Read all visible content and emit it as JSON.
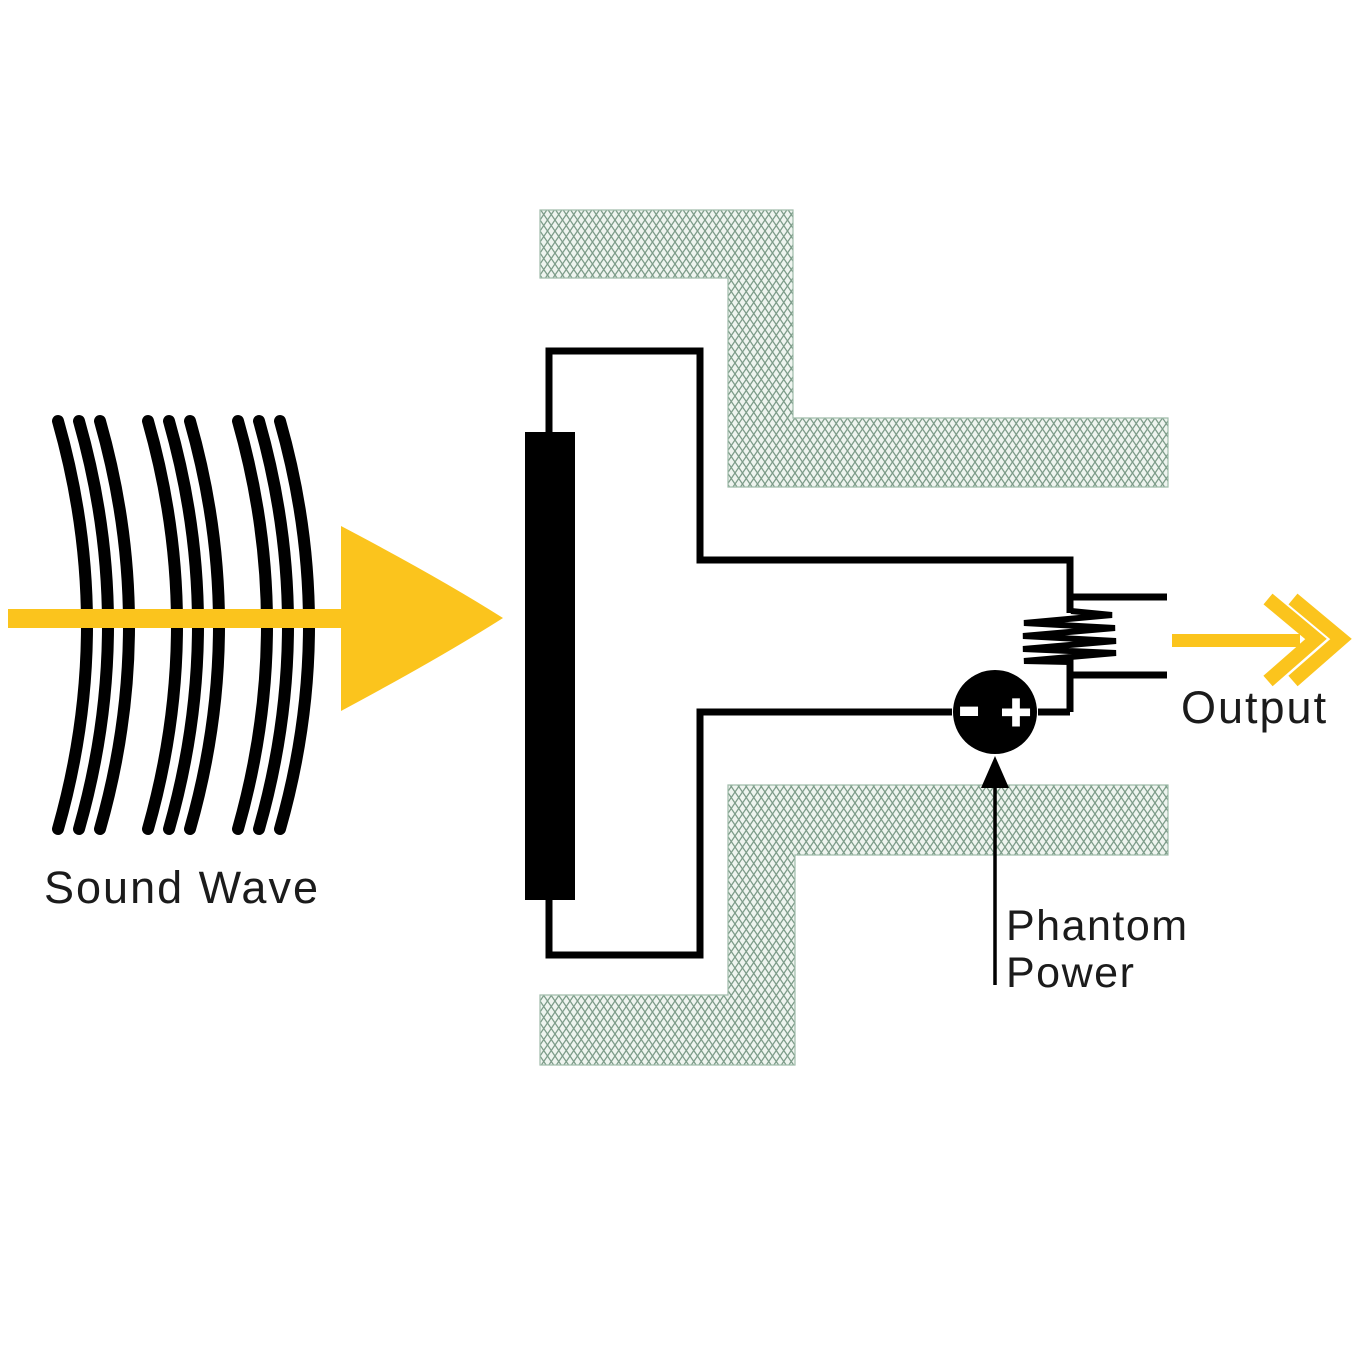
{
  "labels": {
    "sound_wave": "Sound Wave",
    "output": "Output",
    "phantom_line1": "Phantom",
    "phantom_line2": "Power",
    "battery_minus": "-",
    "battery_plus": "+"
  },
  "colors": {
    "arrow_yellow": "#FBC41D",
    "line_black": "#000000",
    "hatch_line_green": "#7D9C89",
    "hatch_bg_green": "#EEF4EF",
    "hatch_border_green": "#A0BCAB",
    "label_text": "#1B1B1B",
    "battery_symbol_white": "#FFFFFF",
    "background": "#FFFFFF"
  },
  "shapes": {
    "sound_wave_arcs": "three groups of three curved arcs",
    "sound_direction_arrow": "right-arrow",
    "diaphragm": "solid black vertical plate",
    "backplate_upper": "green cross-hatched stepped block",
    "backplate_lower": "green cross-hatched stepped block",
    "resistor": "zigzag coil",
    "battery": "black circle power source",
    "phantom_power_arrow": "thin up-arrow",
    "output_arrow": "double-chevron right-arrow"
  }
}
